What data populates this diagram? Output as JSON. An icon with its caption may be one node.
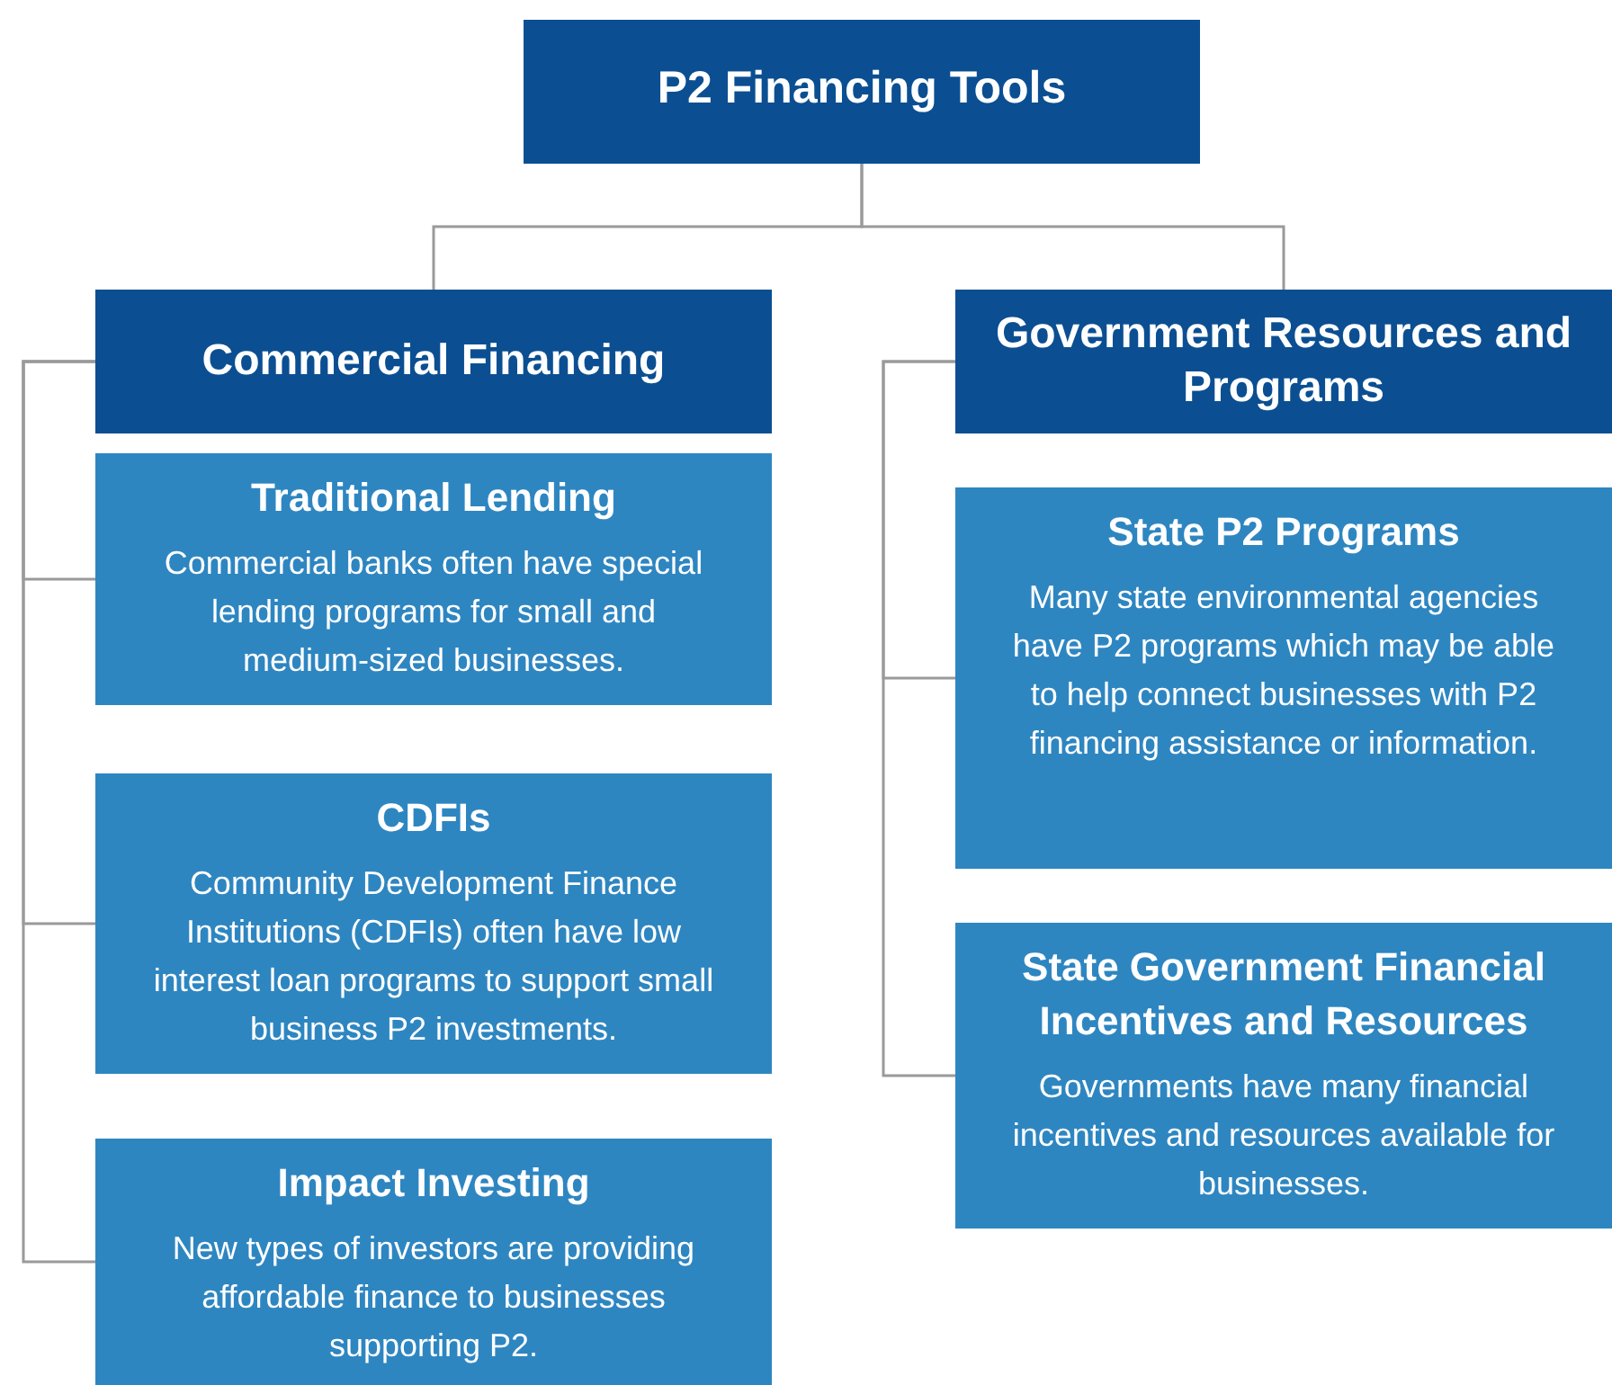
{
  "diagram": {
    "nodes": [
      {
        "text": [
          "P2 Financing Tools"
        ]
      },
      {
        "text": [
          "Commercial Financing"
        ]
      },
      {
        "text": [
          "Traditional Lending",
          "Commercial banks often have special lending programs for small and medium-sized businesses."
        ]
      },
      {
        "text": [
          "CDFIs",
          "Community Development Finance Institutions (CDFIs) often have low interest loan programs to support small business P2 investments."
        ]
      },
      {
        "text": [
          "Impact Investing",
          "New types of investors are providing affordable finance to businesses supporting P2."
        ]
      },
      {
        "text": [
          "Government Resources and Programs"
        ]
      },
      {
        "text": [
          "State P2 Programs",
          "Many state environmental agencies have P2 programs which may be able to help connect businesses with P2 financing assistance or information."
        ]
      },
      {
        "text": [
          "State Government Financial Incentives and Resources",
          "Governments have many financial incentives and resources available for businesses."
        ]
      }
    ],
    "edges": [
      {
        "from": 0,
        "to": 1,
        "arrow": "none"
      },
      {
        "from": 0,
        "to": 5,
        "arrow": "none"
      },
      {
        "from": 1,
        "to": 2,
        "arrow": "none"
      },
      {
        "from": 1,
        "to": 3,
        "arrow": "none"
      },
      {
        "from": 1,
        "to": 4,
        "arrow": "none"
      },
      {
        "from": 5,
        "to": 6,
        "arrow": "none"
      },
      {
        "from": 5,
        "to": 7,
        "arrow": "none"
      }
    ]
  }
}
